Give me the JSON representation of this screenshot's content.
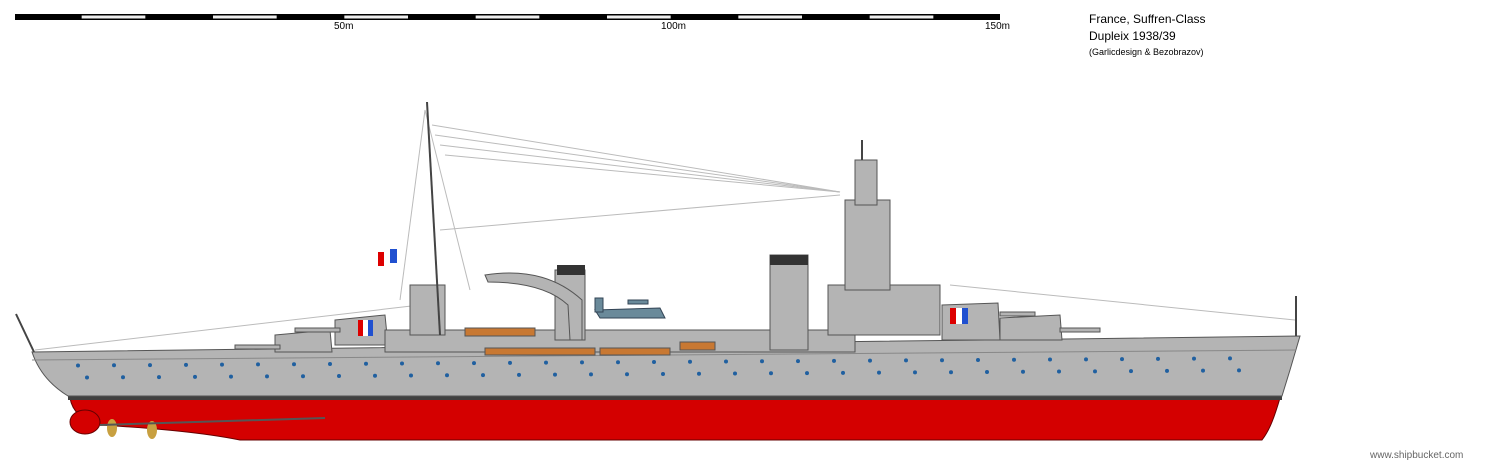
{
  "scale_bar": {
    "unit_labels": [
      "50m",
      "100m",
      "150m"
    ],
    "total_m": 150
  },
  "title": {
    "line1": "France, Suffren-Class",
    "line2": "Dupleix 1938/39",
    "credit": "(Garlicdesign & Bezobrazov)"
  },
  "watermark": "www.shipbucket.com",
  "colors": {
    "hull_gray": "#b4b4b4",
    "bottom_red": "#d40000",
    "boot": "#404040",
    "deck_wood": "#c87832"
  }
}
